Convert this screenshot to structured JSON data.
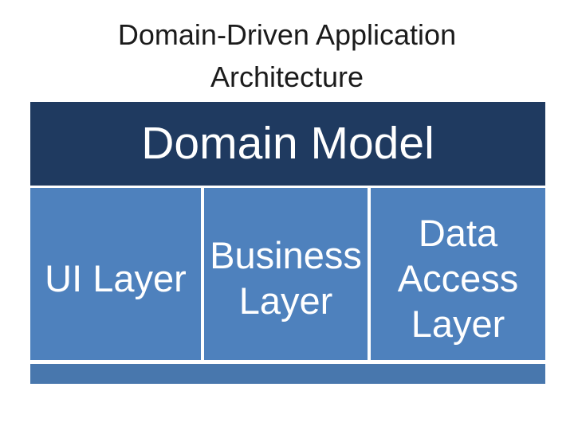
{
  "slide": {
    "title": "Domain-Driven Application Architecture"
  },
  "diagram": {
    "header": {
      "label": "Domain Model"
    },
    "columns": [
      {
        "label": "UI Layer"
      },
      {
        "label": "Business Layer"
      },
      {
        "label": "Data Access Layer"
      }
    ],
    "colors": {
      "header_bg": "#1F3A60",
      "column_bg": "#4E81BD",
      "footer_bg": "#4877AD",
      "box_text": "#FFFFFF",
      "title_text": "#1B1B1B",
      "slide_bg": "#FFFFFF"
    }
  }
}
